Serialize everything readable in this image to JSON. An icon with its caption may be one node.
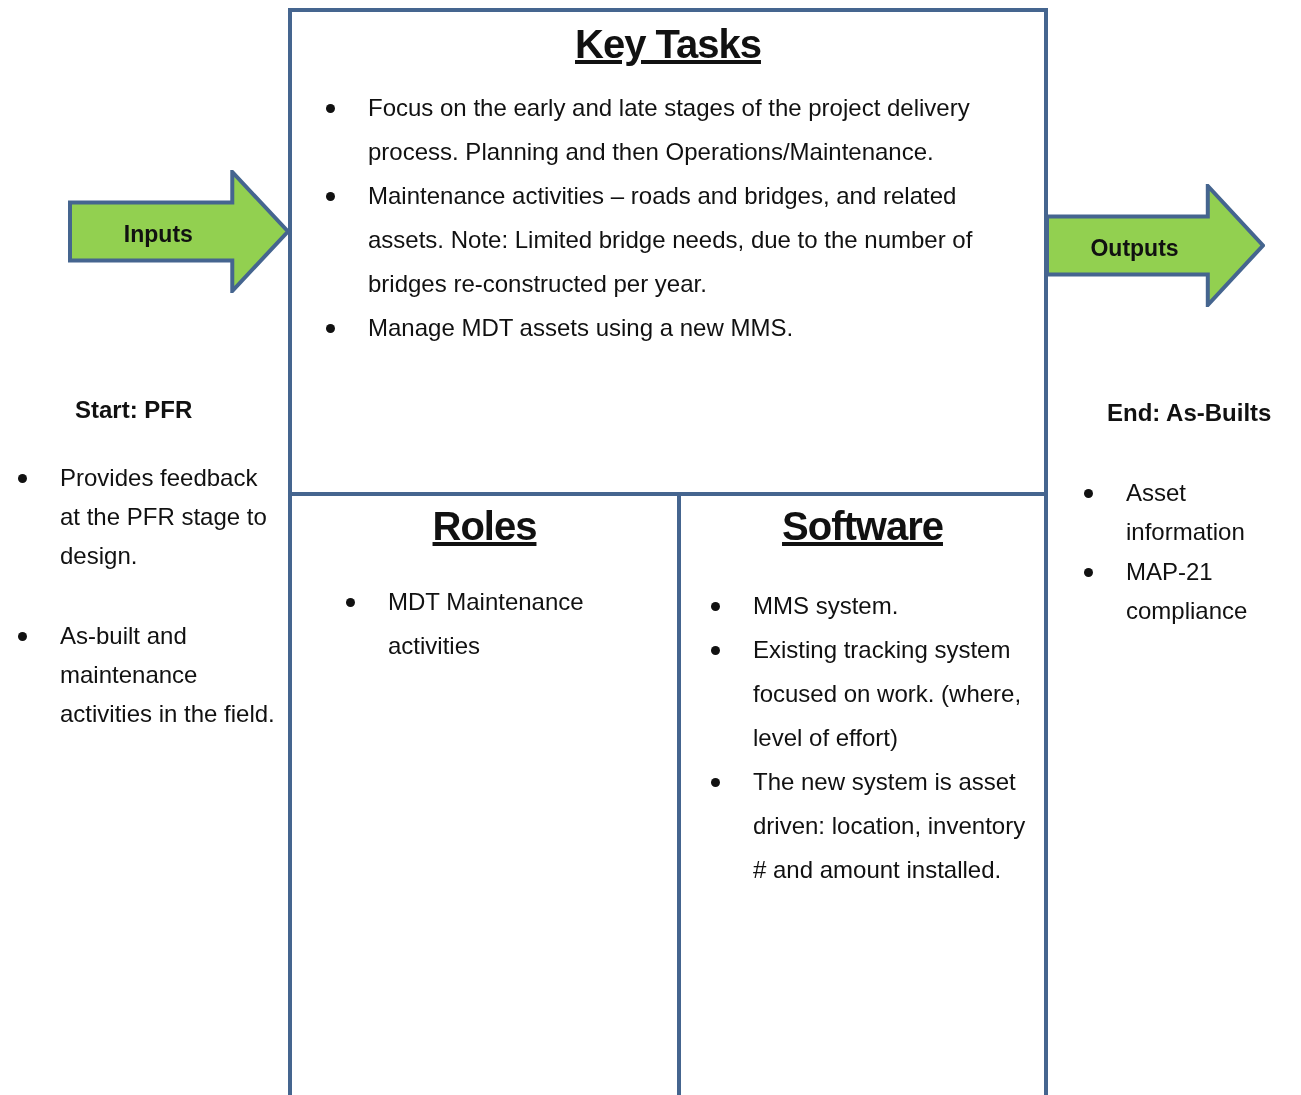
{
  "diagram": {
    "nodes": [
      {
        "text": [
          "Key Tasks",
          "Focus on the early and late stages of the project delivery process.  Planning and then Operations/Maintenance.",
          "Maintenance activities – roads and bridges, and related assets. Note: Limited bridge needs, due to the number of bridges re-constructed per year.",
          "Manage MDT assets using a new MMS."
        ]
      },
      {
        "text": [
          "Roles",
          "MDT Maintenance activities"
        ]
      },
      {
        "text": [
          "Software",
          "MMS system.",
          "Existing tracking system focused on work. (where, level of effort)",
          "The new system is asset driven: location, inventory # and amount installed."
        ]
      },
      {
        "text": [
          "Inputs"
        ]
      },
      {
        "text": [
          "Outputs"
        ]
      }
    ],
    "labels": [
      "Start: PFR",
      "Provides feedback at the PFR stage to design.",
      "As-built and maintenance activities in the field.",
      "End: As-Builts",
      "Asset information",
      "MAP-21 compliance"
    ]
  }
}
